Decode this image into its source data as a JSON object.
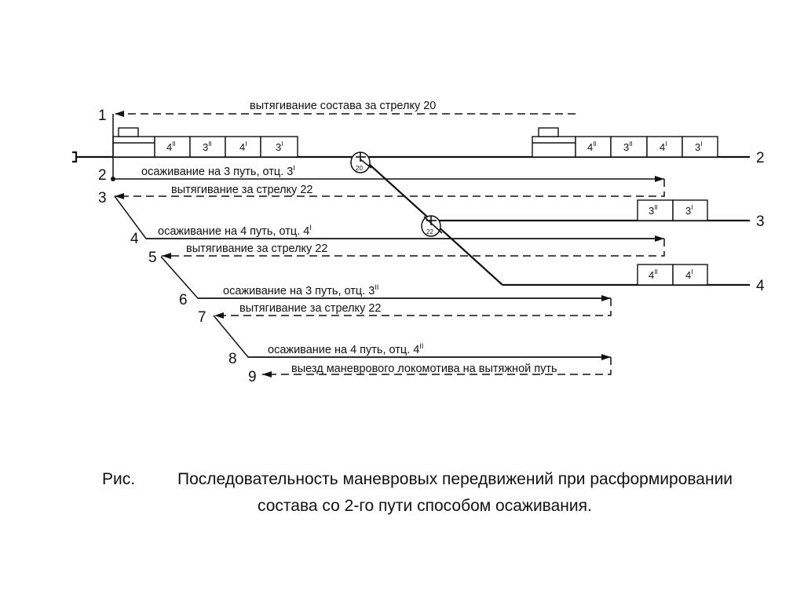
{
  "tracks": {
    "t1": "1",
    "t2": "2",
    "t3": "3",
    "t4": "4"
  },
  "step_numbers": {
    "s2": "2",
    "s3": "3",
    "s4": "4",
    "s5": "5",
    "s6": "6",
    "s7": "7",
    "s8": "8",
    "s9": "9"
  },
  "switches": {
    "sw20": "20",
    "sw22": "22"
  },
  "wagons": {
    "w4ii": "4",
    "w3ii": "3",
    "w4i": "4",
    "w3i": "3",
    "sup_i": "I",
    "sup_ii": "II"
  },
  "moves": {
    "m1": "вытягивание состава за стрелку 20",
    "m2": "осаживание на 3 путь, отц. 3",
    "m3": "вытягивание за стрелку 22",
    "m4": "осаживание на 4 путь, отц. 4",
    "m5": "вытягивание за стрелку 22",
    "m6": "осаживание на 3 путь, отц. 3",
    "m7": "вытягивание за стрелку 22",
    "m8": "осаживание на 4 путь, отц. 4",
    "m9": "выезд маневрового локомотива на вытяжной путь"
  },
  "caption": {
    "prefix": "Рис.",
    "line1": "Последовательность маневровых передвижений при расформировании",
    "line2": "состава со 2-го пути способом осаживания."
  }
}
